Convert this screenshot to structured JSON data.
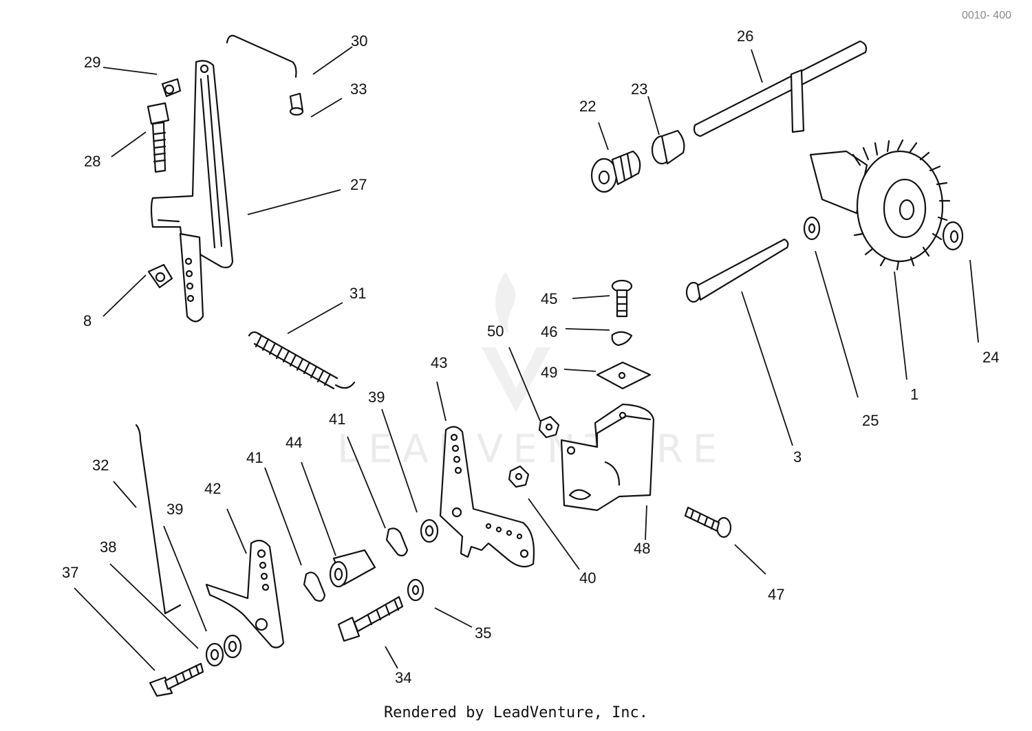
{
  "corner_code": "0010- 400",
  "watermark": "LEADVENTURE",
  "footer": "Rendered by LeadVenture, Inc.",
  "callouts": {
    "c1": "1",
    "c3": "3",
    "c8": "8",
    "c22": "22",
    "c23": "23",
    "c24": "24",
    "c25": "25",
    "c26": "26",
    "c27": "27",
    "c28": "28",
    "c29": "29",
    "c30": "30",
    "c31": "31",
    "c32": "32",
    "c33": "33",
    "c34": "34",
    "c35": "35",
    "c37": "37",
    "c38": "38",
    "c39a": "39",
    "c39b": "39",
    "c40": "40",
    "c41a": "41",
    "c41b": "41",
    "c42": "42",
    "c43": "43",
    "c44": "44",
    "c45": "45",
    "c46": "46",
    "c47": "47",
    "c48": "48",
    "c49": "49",
    "c50": "50"
  }
}
